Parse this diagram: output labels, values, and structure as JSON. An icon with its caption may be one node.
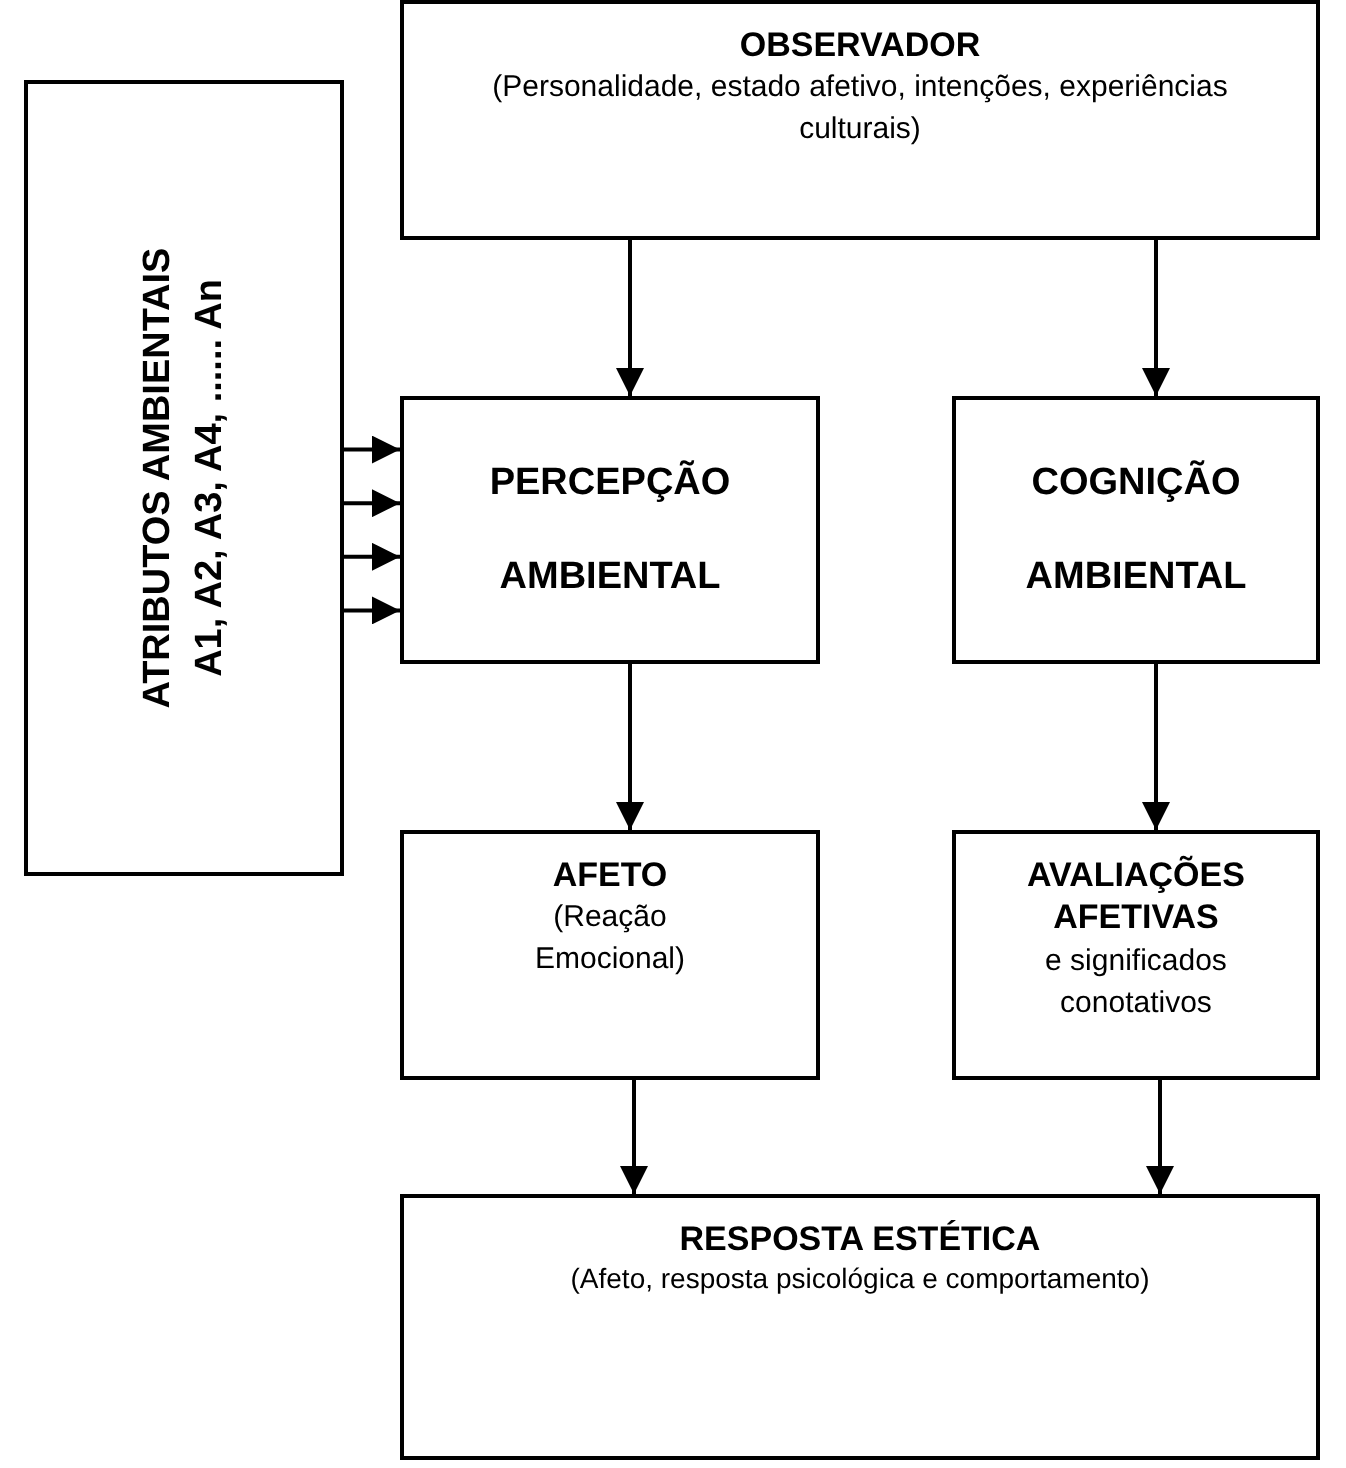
{
  "diagram": {
    "nodes": [
      {
        "text": [
          "ATRIBUTOS AMBIENTAIS",
          "A1, A2, A3, A4, ...... An"
        ]
      },
      {
        "text": [
          "OBSERVADOR",
          "(Personalidade, estado afetivo, intenções, experiências culturais)"
        ]
      },
      {
        "text": [
          "PERCEPÇÃO AMBIENTAL"
        ]
      },
      {
        "text": [
          "COGNIÇÃO AMBIENTAL"
        ]
      },
      {
        "text": [
          "AFETO",
          "(Reação Emocional)"
        ]
      },
      {
        "text": [
          "AVALIAÇÕES AFETIVAS",
          "e significados conotativos"
        ]
      },
      {
        "text": [
          "RESPOSTA ESTÉTICA",
          "(Afeto, resposta psicológica e comportamento)"
        ]
      }
    ],
    "edges": [
      {
        "from": 1,
        "to": 2,
        "arrow": "to"
      },
      {
        "from": 1,
        "to": 3,
        "arrow": "to"
      },
      {
        "from": 0,
        "to": 2,
        "arrow": "to"
      },
      {
        "from": 0,
        "to": 2,
        "arrow": "to"
      },
      {
        "from": 0,
        "to": 2,
        "arrow": "to"
      },
      {
        "from": 0,
        "to": 2,
        "arrow": "to"
      },
      {
        "from": 2,
        "to": 4,
        "arrow": "to"
      },
      {
        "from": 3,
        "to": 5,
        "arrow": "to"
      },
      {
        "from": 4,
        "to": 6,
        "arrow": "to"
      },
      {
        "from": 5,
        "to": 6,
        "arrow": "to"
      }
    ]
  }
}
